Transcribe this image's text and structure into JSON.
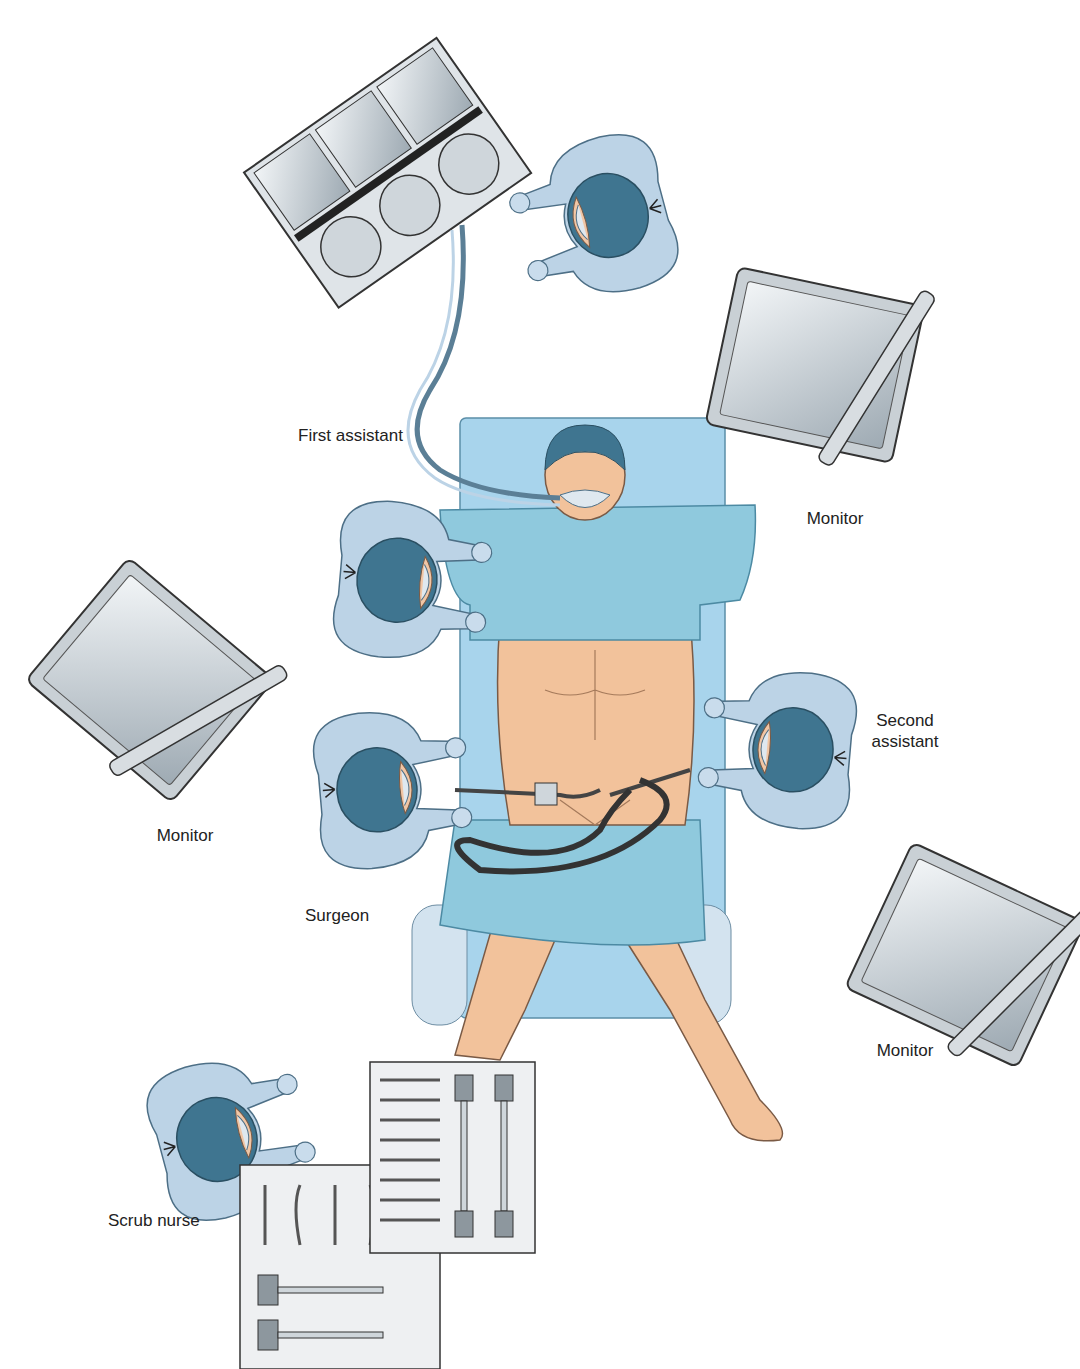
{
  "diagram": {
    "labels": [
      "First assistant",
      "Monitor",
      "Second assistant",
      "Monitor",
      "Surgeon",
      "Monitor",
      "Scrub nurse"
    ]
  }
}
